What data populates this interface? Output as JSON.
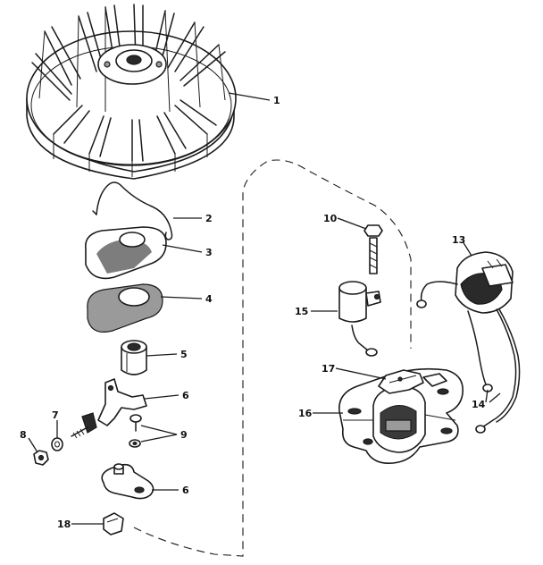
{
  "callouts": {
    "c1": "1",
    "c2": "2",
    "c3": "3",
    "c4": "4",
    "c5": "5",
    "c6a": "6",
    "c6b": "6",
    "c7": "7",
    "c8": "8",
    "c9": "9",
    "c10": "10",
    "c13": "13",
    "c14": "14",
    "c15": "15",
    "c16": "16",
    "c17": "17",
    "c18": "18"
  }
}
